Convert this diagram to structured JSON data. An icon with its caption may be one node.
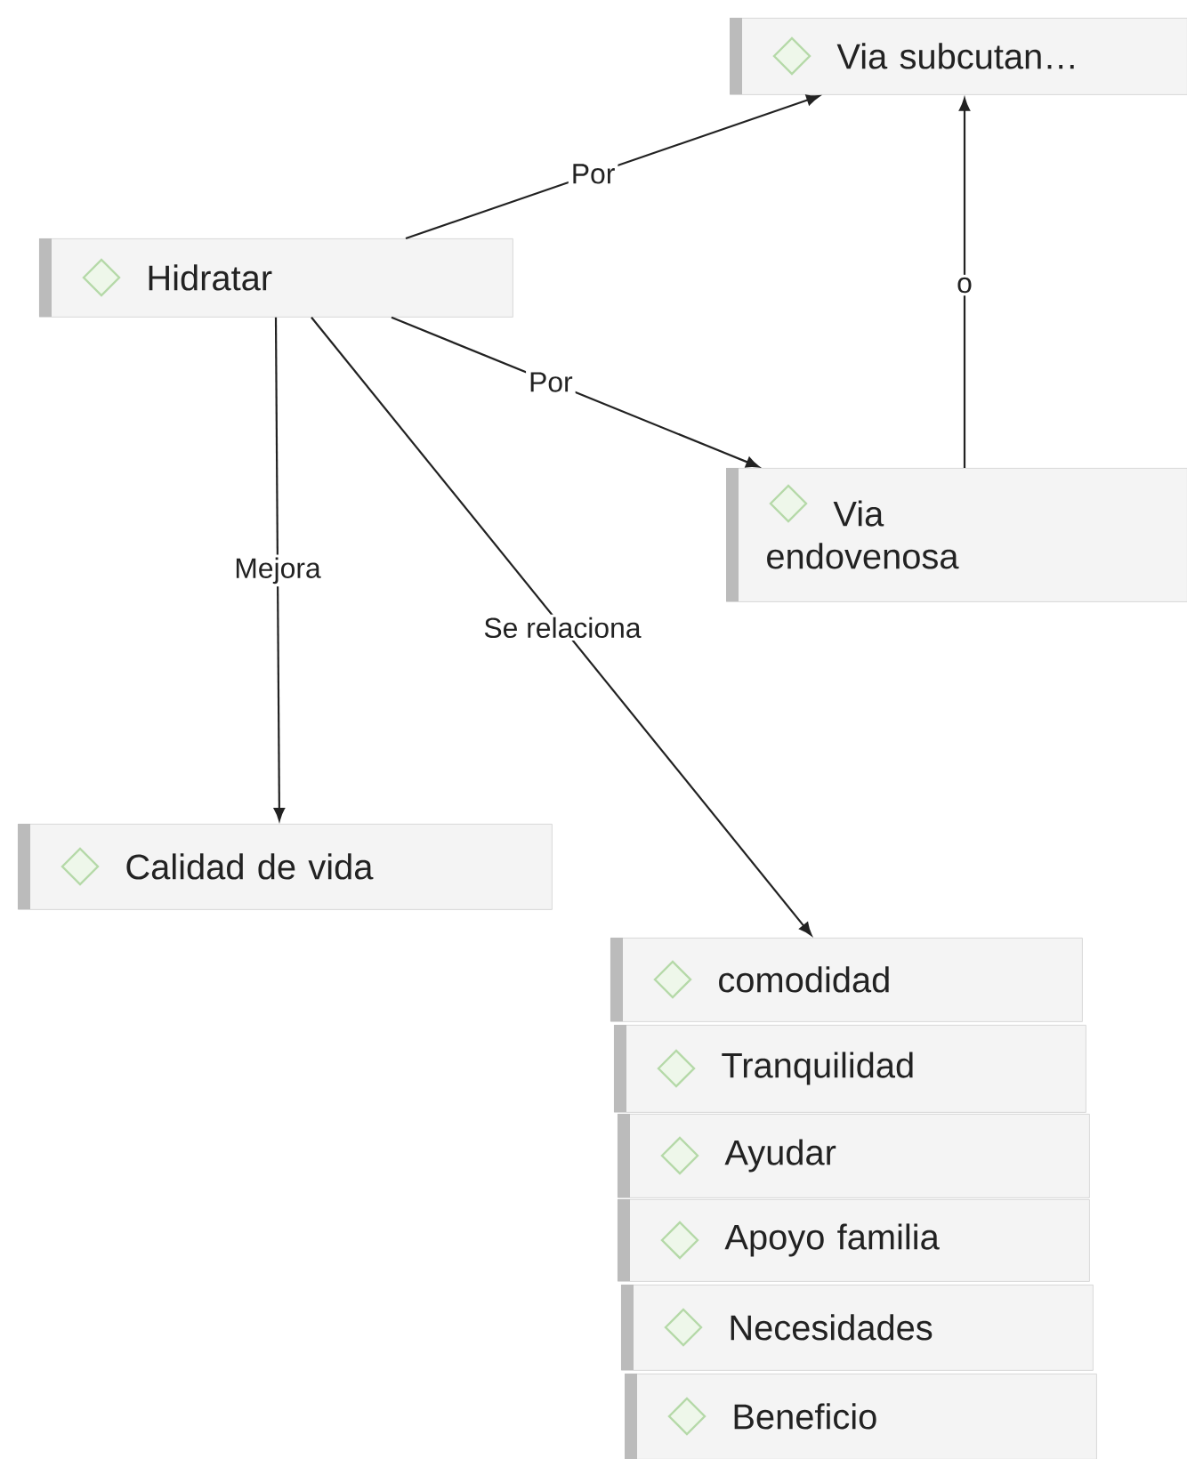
{
  "diagram": {
    "nodes": [
      {
        "text": [
          "Via subcutan…"
        ]
      },
      {
        "text": [
          "Hidratar"
        ]
      },
      {
        "text": [
          "Via endovenosa"
        ]
      },
      {
        "text": [
          "Calidad de vida"
        ]
      },
      {
        "text": [
          "comodidad"
        ]
      },
      {
        "text": [
          "Tranquilidad"
        ]
      },
      {
        "text": [
          "Ayudar"
        ]
      },
      {
        "text": [
          "Apoyo familia"
        ]
      },
      {
        "text": [
          "Necesidades"
        ]
      },
      {
        "text": [
          "Beneficio"
        ]
      }
    ],
    "edges": [
      {
        "from": 1,
        "to": 0,
        "arrow": "to",
        "label": "Por"
      },
      {
        "from": 1,
        "to": 2,
        "arrow": "to",
        "label": "Por"
      },
      {
        "from": 2,
        "to": 0,
        "arrow": "to",
        "label": "o"
      },
      {
        "from": 1,
        "to": 3,
        "arrow": "to",
        "label": "Mejora"
      },
      {
        "from": 1,
        "to": 4,
        "arrow": "to",
        "label": "Se relaciona"
      }
    ]
  }
}
